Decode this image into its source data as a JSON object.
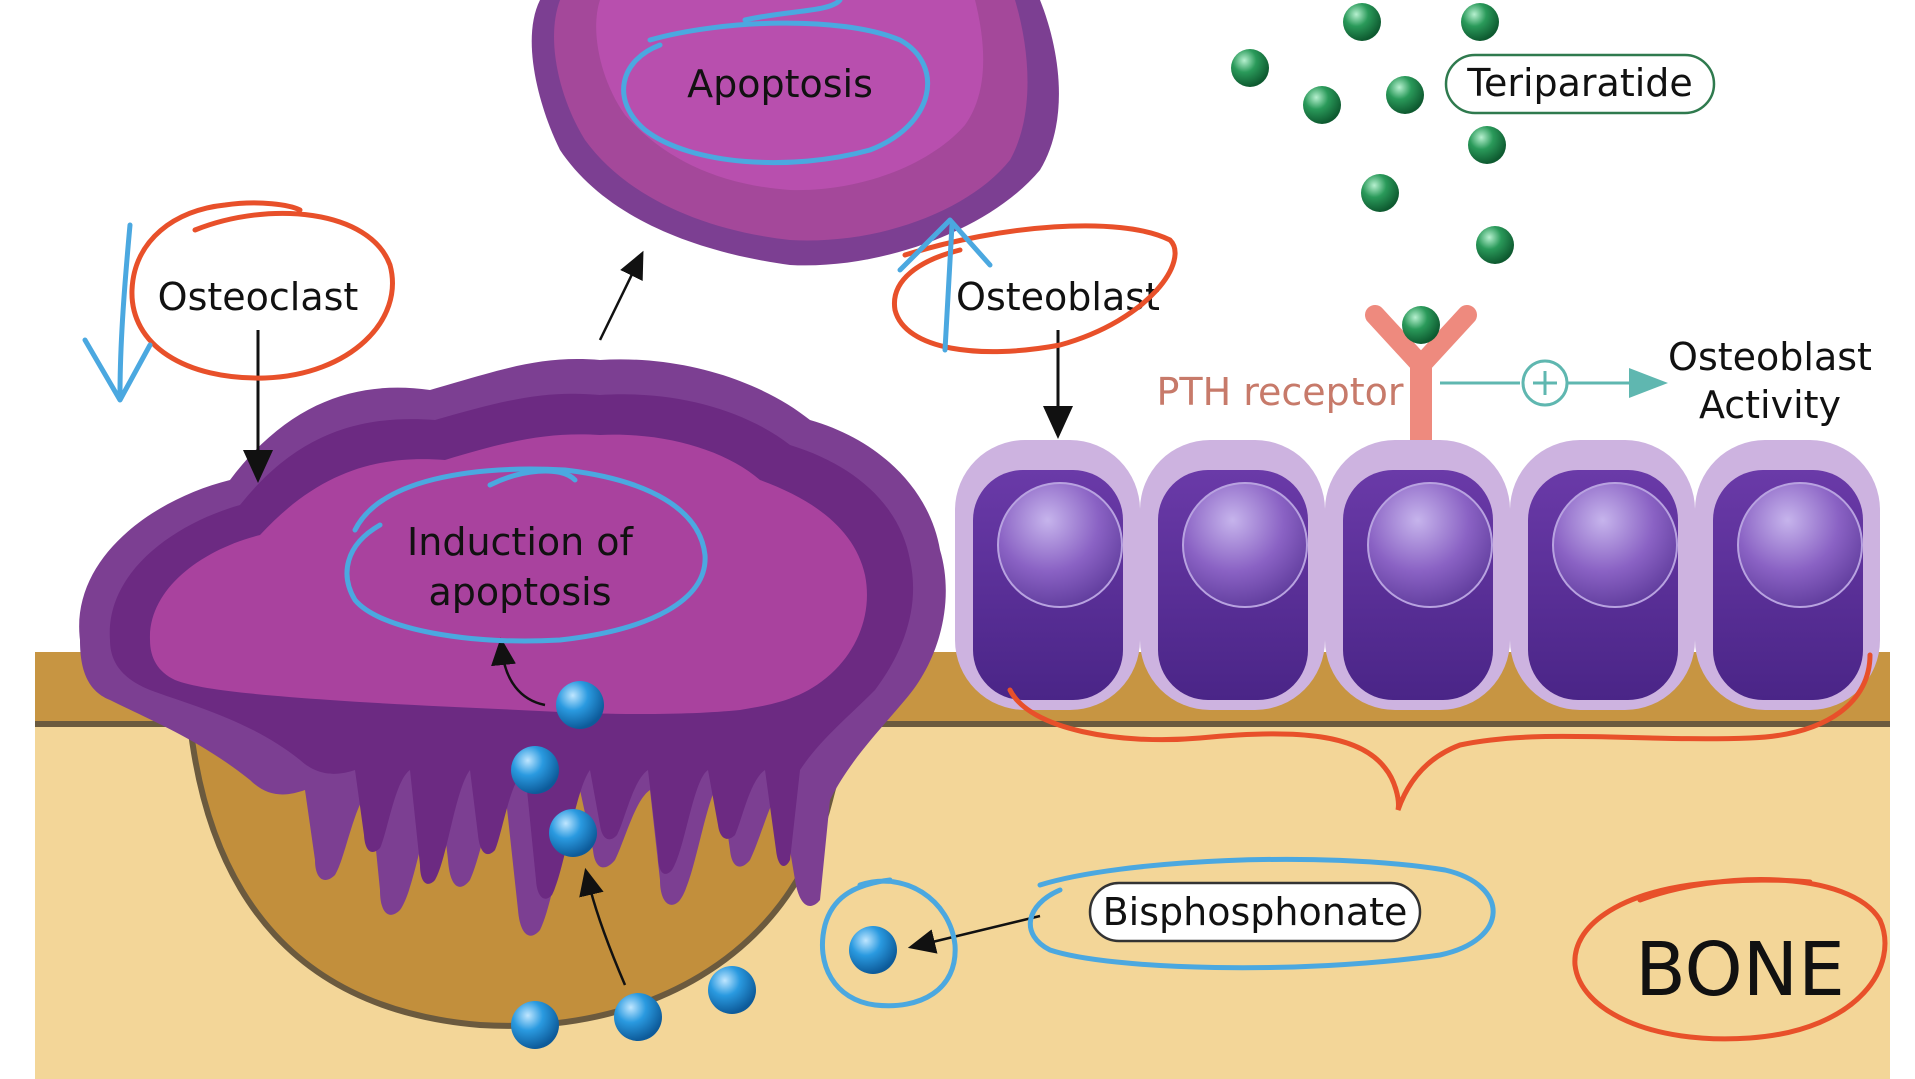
{
  "labels": {
    "apoptosis": "Apoptosis",
    "osteoclast": "Osteoclast",
    "induction_line1": "Induction of",
    "induction_line2": "apoptosis",
    "osteoblast": "Osteoblast",
    "teriparatide": "Teriparatide",
    "pth_receptor": "PTH receptor",
    "activity_line1": "Osteoblast",
    "activity_line2": "Activity",
    "bisphosphonate": "Bisphosphonate",
    "bone": "BONE"
  },
  "colors": {
    "bone_light": "#f3d698",
    "bone_dark": "#c28f3c",
    "bone_outline": "#6b5a3e",
    "cell_outer": "#8a4a9c",
    "cell_mid": "#6c2a82",
    "cell_inner": "#a9429e",
    "osteoblast_outer": "#cdb3e0",
    "osteoblast_inner": "#5b2f95",
    "nucleus": "#8a62c4",
    "annotation_red": "#e8502a",
    "annotation_blue": "#4ba8e0",
    "pth_pink": "#ee8a7e",
    "teal": "#5fb7b0",
    "dot_green": "#2a9a5a",
    "dot_blue": "#2a8fd6"
  },
  "icons": [
    "plus-icon"
  ]
}
